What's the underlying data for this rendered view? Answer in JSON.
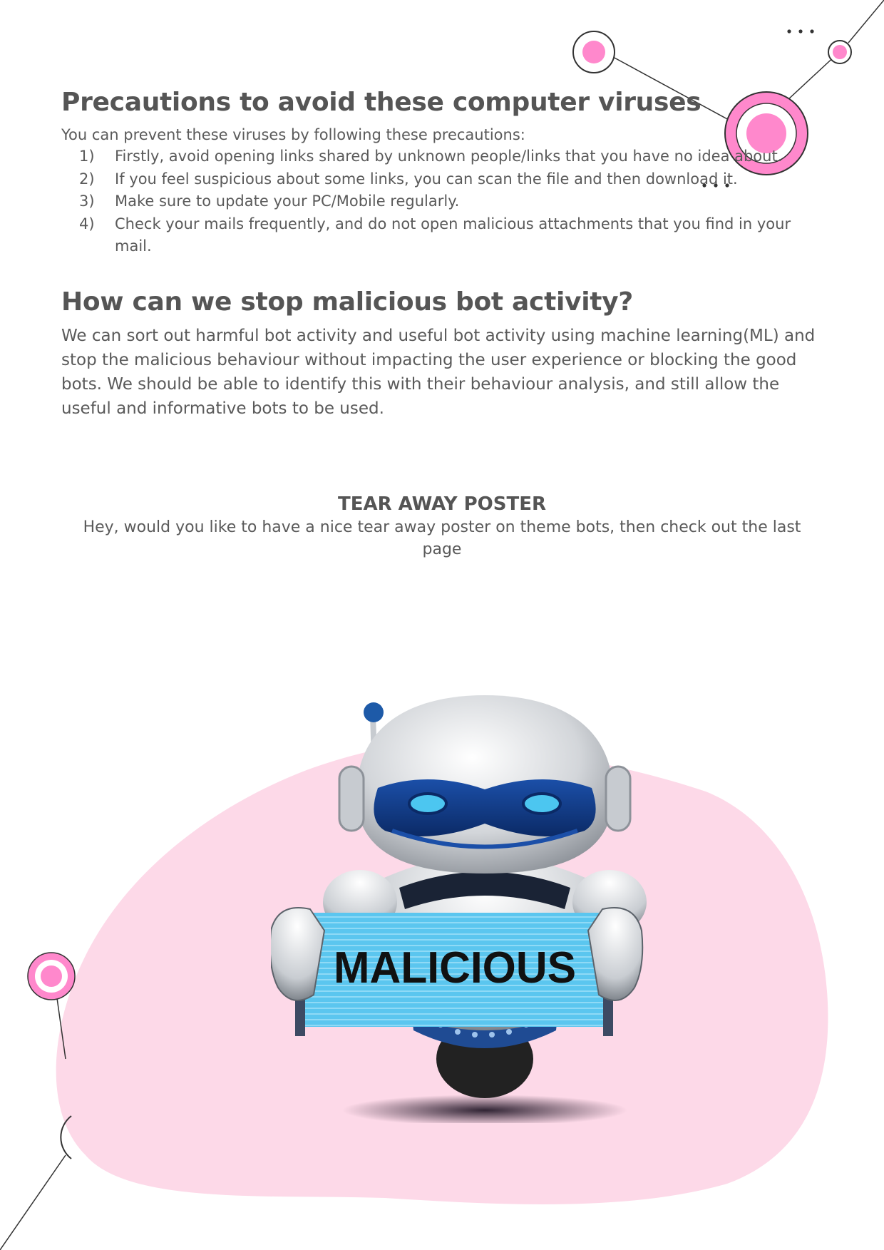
{
  "section1": {
    "title": "Precautions to avoid these computer viruses",
    "intro": "You can prevent these viruses by following these precautions:",
    "steps": [
      {
        "num": "1)",
        "text": "Firstly, avoid opening links shared by unknown people/links that you have no idea about."
      },
      {
        "num": "2)",
        "text": "If you feel suspicious about some links, you can scan the file and then download it."
      },
      {
        "num": "3)",
        "text": "Make sure to update your PC/Mobile regularly."
      },
      {
        "num": "4)",
        "text": "Check your mails frequently, and do not open malicious attachments that you find in your mail."
      }
    ]
  },
  "section2": {
    "title": "How can we stop malicious bot activity?",
    "body": "We can sort out harmful bot activity and useful bot activity using machine learning(ML) and stop the malicious behaviour without impacting the user experience or blocking the good bots. We should be able to identify this with their behaviour analysis, and still allow the useful and informative bots to be used."
  },
  "poster": {
    "title": "TEAR AWAY POSTER",
    "text": "Hey, would you like to have a nice tear away poster on theme bots, then check out the last page"
  },
  "illustration": {
    "sign_text": "MALICIOUS"
  },
  "colors": {
    "accent_pink": "#ff88cc",
    "blob_pink": "#fdd9e8",
    "text_gray": "#555555",
    "sign_blue": "#5bc6ef"
  }
}
